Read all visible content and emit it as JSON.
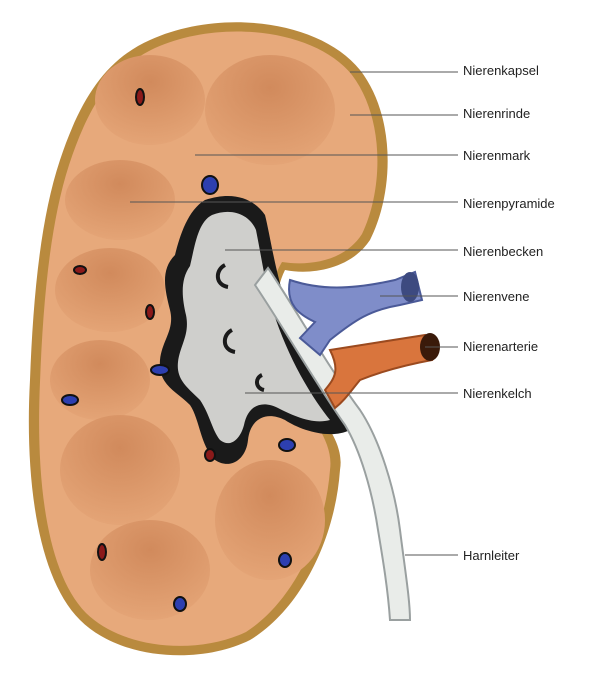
{
  "labels": [
    {
      "id": "capsule",
      "text": "Nierenkapsel"
    },
    {
      "id": "cortex",
      "text": "Nierenrinde"
    },
    {
      "id": "medulla",
      "text": "Nierenmark"
    },
    {
      "id": "pyramid",
      "text": "Nierenpyramide"
    },
    {
      "id": "pelvis",
      "text": "Nierenbecken"
    },
    {
      "id": "vein",
      "text": "Nierenvene"
    },
    {
      "id": "artery",
      "text": "Nierenarterie"
    },
    {
      "id": "calyx",
      "text": "Nierenkelch"
    },
    {
      "id": "ureter",
      "text": "Harnleiter"
    }
  ],
  "colors": {
    "capsule": "#b98a3e",
    "cortex": "#e7a97b",
    "medulla": "#d9966a",
    "pelvis": "#cfcfcc",
    "vein": "#7f8dc9",
    "artery": "#d9753d",
    "ureter": "#e9ece9",
    "dark": "#1a1a1a"
  }
}
